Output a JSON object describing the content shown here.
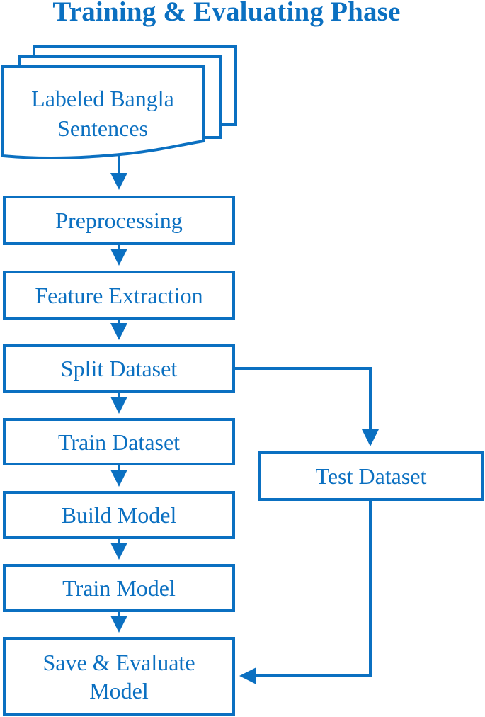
{
  "title": "Training & Evaluating Phase",
  "document": {
    "line1": "Labeled Bangla",
    "line2": "Sentences"
  },
  "steps": {
    "preprocessing": "Preprocessing",
    "feature_extraction": "Feature Extraction",
    "split_dataset": "Split Dataset",
    "train_dataset": "Train Dataset",
    "build_model": "Build Model",
    "train_model": "Train Model",
    "save_evaluate_line1": "Save & Evaluate",
    "save_evaluate_line2": "Model",
    "test_dataset": "Test Dataset"
  },
  "colors": {
    "stroke": "#0b70c1",
    "background": "#ffffff"
  }
}
